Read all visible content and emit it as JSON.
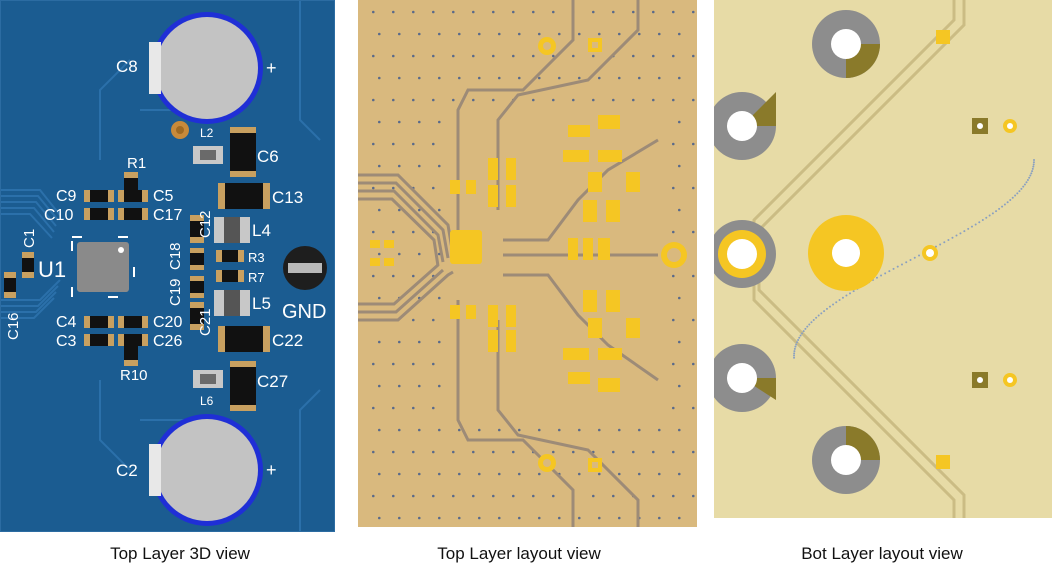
{
  "panels": [
    {
      "caption": "Top Layer 3D view"
    },
    {
      "caption": "Top Layer layout view"
    },
    {
      "caption": "Bot Layer layout view"
    }
  ],
  "silkscreen": {
    "c8": "C8",
    "c8_plus": "+",
    "l2": "L2",
    "c6": "C6",
    "r1": "R1",
    "c9": "C9",
    "c5": "C5",
    "c13": "C13",
    "c10": "C10",
    "c17": "C17",
    "c12": "C12",
    "l4": "L4",
    "c1": "C1",
    "u1": "U1",
    "c18": "C18",
    "r3": "R3",
    "r7": "R7",
    "c19": "C19",
    "gnd": "GND",
    "l5": "L5",
    "c21": "C21",
    "c16": "C16",
    "c4": "C4",
    "c20": "C20",
    "c3": "C3",
    "c26": "C26",
    "c22": "C22",
    "r10": "R10",
    "c27": "C27",
    "l6": "L6",
    "c2": "C2",
    "c2_plus": "+"
  },
  "colors": {
    "board_blue": "#1a5d92",
    "trace_blue": "#2a6ea6",
    "cap_ring": "#1f2fd6",
    "cap_body": "#c2c2c2",
    "layout_bg_top": "#d8b77c",
    "layout_bg_bot": "#e6d9a4",
    "pad_yellow": "#f5c623",
    "trace_gray": "#9c8a76",
    "via_gray": "#8c8c8c",
    "olive": "#8a7a2a"
  }
}
